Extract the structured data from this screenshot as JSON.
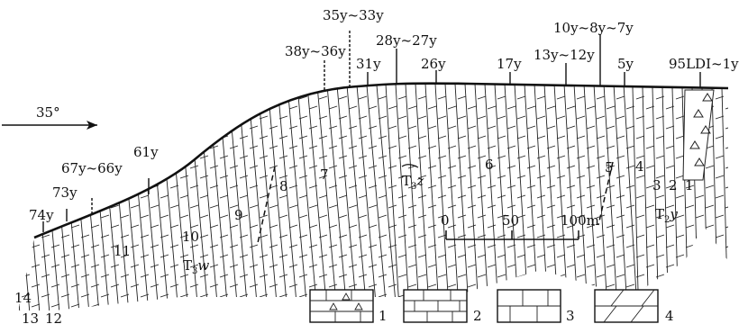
{
  "direction": {
    "label": "35°"
  },
  "sample_labels": [
    "74y",
    "73y",
    "67y~66y",
    "61y",
    "38y~36y",
    "35y~33y",
    "31y",
    "28y~27y",
    "26y",
    "17y",
    "13y~12y",
    "10y~8y~7y",
    "5y",
    "95LDI~1y"
  ],
  "bed_numbers": [
    "14",
    "13",
    "12",
    "11",
    "10",
    "9",
    "8",
    "7",
    "6",
    "5",
    "4",
    "3",
    "2",
    "1"
  ],
  "formations": {
    "t3w": {
      "base": "T",
      "sub": "3",
      "letter": "w"
    },
    "t3z": {
      "base": "T",
      "sub": "3",
      "letter": "z"
    },
    "t2y": {
      "base": "T",
      "sub": "2",
      "letter": "y"
    }
  },
  "scale": {
    "ticks": [
      "0",
      "50",
      "100m"
    ]
  },
  "legend": [
    {
      "number": "1",
      "pattern": "limestone-breccia"
    },
    {
      "number": "2",
      "pattern": "thin-bedded-limestone"
    },
    {
      "number": "3",
      "pattern": "thick-bedded-limestone"
    },
    {
      "number": "4",
      "pattern": "dolomite"
    }
  ]
}
